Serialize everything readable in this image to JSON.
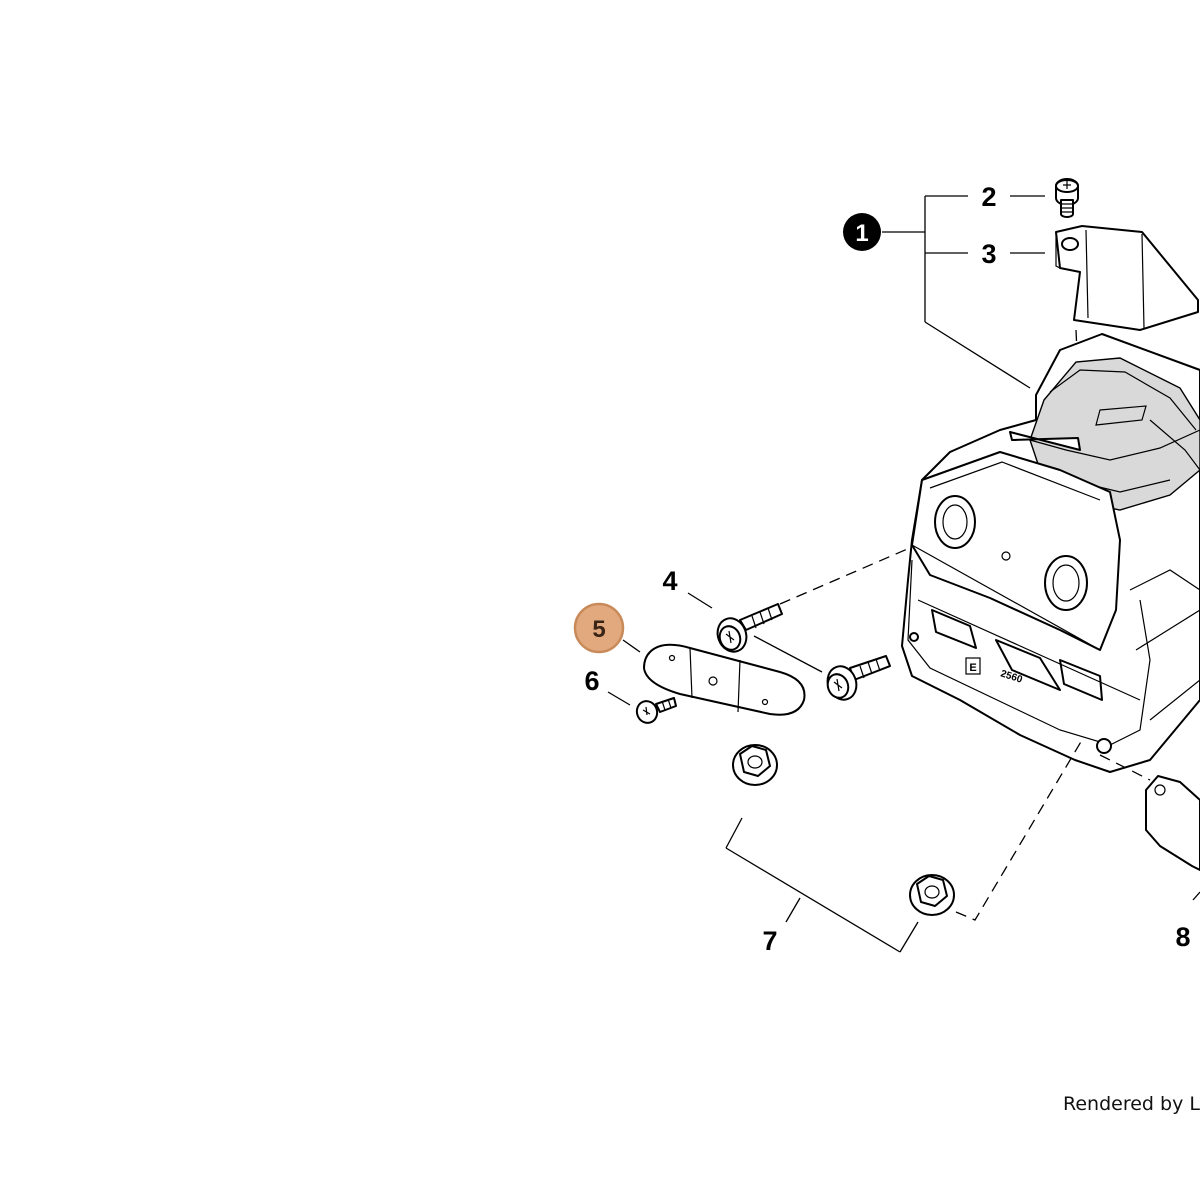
{
  "callouts": {
    "c1": "1",
    "c2": "2",
    "c3": "3",
    "c4": "4",
    "c5": "5",
    "c6": "6",
    "c7": "7",
    "c8": "8"
  },
  "part_marking": {
    "letter": "E",
    "number": "2560"
  },
  "credit": "Rendered by Lea",
  "colors": {
    "highlight_fill": "#e2a97f",
    "highlight_stroke": "#c98a5a",
    "line": "#000000",
    "background": "#ffffff"
  }
}
